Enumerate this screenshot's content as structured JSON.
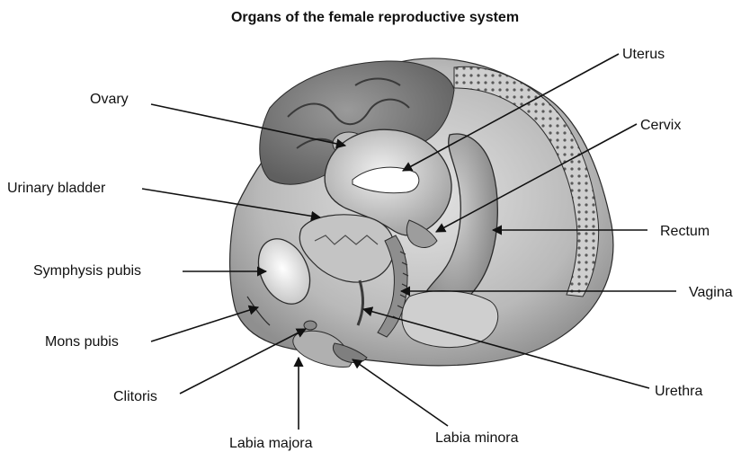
{
  "title": "Organs of the female reproductive system",
  "labels": {
    "uterus": "Uterus",
    "ovary": "Ovary",
    "cervix": "Cervix",
    "urinary_bladder": "Urinary bladder",
    "rectum": "Rectum",
    "symphysis_pubis": "Symphysis pubis",
    "vagina": "Vagina",
    "mons_pubis": "Mons pubis",
    "urethra": "Urethra",
    "clitoris": "Clitoris",
    "labia_majora": "Labia majora",
    "labia_minora": "Labia minora"
  },
  "colors": {
    "tissue_light": "#d9d9d9",
    "tissue_mid": "#a9a9a9",
    "tissue_dark": "#6e6e6e",
    "outline": "#2b2b2b",
    "leader": "#111111"
  }
}
